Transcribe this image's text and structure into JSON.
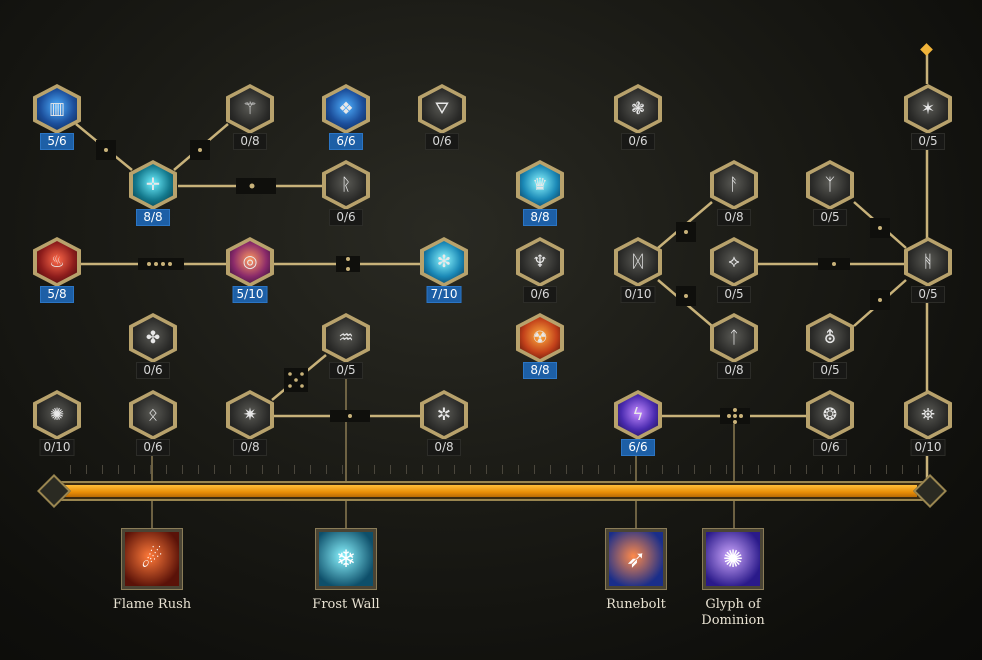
{
  "nodes": [
    {
      "id": "n1",
      "name": "passive-node-arcane-tome",
      "glyph": "▥",
      "theme": "blue",
      "rank": "5/6",
      "active": true
    },
    {
      "id": "n2",
      "name": "passive-node-bone-sigil",
      "glyph": "⚚",
      "theme": "gray",
      "rank": "0/8",
      "active": false
    },
    {
      "id": "n3",
      "name": "passive-node-ice-crystal",
      "glyph": "❖",
      "theme": "blue",
      "rank": "6/6",
      "active": true
    },
    {
      "id": "n4",
      "name": "passive-node-triangle-sigil",
      "glyph": "⛛",
      "theme": "gray",
      "rank": "0/6",
      "active": false
    },
    {
      "id": "n5",
      "name": "passive-node-rune-cluster",
      "glyph": "❃",
      "theme": "gray",
      "rank": "0/6",
      "active": false
    },
    {
      "id": "n6",
      "name": "passive-node-far-rune",
      "glyph": "✶",
      "theme": "gray",
      "rank": "0/5",
      "active": false
    },
    {
      "id": "n7",
      "name": "passive-node-teal-core",
      "glyph": "✛",
      "theme": "teal",
      "rank": "8/8",
      "active": true
    },
    {
      "id": "n8",
      "name": "passive-node-stone-rune",
      "glyph": "ᚱ",
      "theme": "gray",
      "rank": "0/6",
      "active": false
    },
    {
      "id": "n9",
      "name": "passive-node-frost-crown",
      "glyph": "♛",
      "theme": "cyan",
      "rank": "8/8",
      "active": true
    },
    {
      "id": "n10",
      "name": "passive-node-shard-top",
      "glyph": "ᚨ",
      "theme": "gray",
      "rank": "0/8",
      "active": false
    },
    {
      "id": "n11",
      "name": "passive-node-arrow-runes",
      "glyph": "ᛉ",
      "theme": "gray",
      "rank": "0/5",
      "active": false
    },
    {
      "id": "n12",
      "name": "passive-node-flame-figure",
      "glyph": "♨",
      "theme": "red",
      "rank": "5/8",
      "active": true
    },
    {
      "id": "n13",
      "name": "passive-node-fire-ring",
      "glyph": "◎",
      "theme": "fire",
      "rank": "5/10",
      "active": true
    },
    {
      "id": "n14",
      "name": "passive-node-snowflake",
      "glyph": "✻",
      "theme": "cyan",
      "rank": "7/10",
      "active": true
    },
    {
      "id": "n15",
      "name": "passive-node-dragon-emblem",
      "glyph": "♆",
      "theme": "gray",
      "rank": "0/6",
      "active": false
    },
    {
      "id": "n16",
      "name": "passive-node-stone-hand",
      "glyph": "ᛞ",
      "theme": "gray",
      "rank": "0/10",
      "active": false
    },
    {
      "id": "n17",
      "name": "passive-node-diamond-runes",
      "glyph": "⟡",
      "theme": "gray",
      "rank": "0/5",
      "active": false
    },
    {
      "id": "n18",
      "name": "passive-node-rune-grid",
      "glyph": "ᚻ",
      "theme": "gray",
      "rank": "0/5",
      "active": false
    },
    {
      "id": "n19",
      "name": "passive-node-clover",
      "glyph": "✤",
      "theme": "gray",
      "rank": "0/6",
      "active": false
    },
    {
      "id": "n20",
      "name": "passive-node-wind-slash",
      "glyph": "♒",
      "theme": "gray",
      "rank": "0/5",
      "active": false
    },
    {
      "id": "n21",
      "name": "passive-node-fire-skull",
      "glyph": "☢",
      "theme": "orange",
      "rank": "8/8",
      "active": true
    },
    {
      "id": "n22",
      "name": "passive-node-stone-block",
      "glyph": "ᛏ",
      "theme": "gray",
      "rank": "0/8",
      "active": false
    },
    {
      "id": "n23",
      "name": "passive-node-rune-triangle",
      "glyph": "⛢",
      "theme": "gray",
      "rank": "0/5",
      "active": false
    },
    {
      "id": "n24",
      "name": "passive-node-sun-wheel",
      "glyph": "✺",
      "theme": "gray",
      "rank": "0/10",
      "active": false
    },
    {
      "id": "n25",
      "name": "passive-node-rune-pair",
      "glyph": "ᛟ",
      "theme": "gray",
      "rank": "0/6",
      "active": false
    },
    {
      "id": "n26",
      "name": "passive-node-feather-burst",
      "glyph": "✷",
      "theme": "gray",
      "rank": "0/8",
      "active": false
    },
    {
      "id": "n27",
      "name": "passive-node-constellation",
      "glyph": "✲",
      "theme": "gray",
      "rank": "0/8",
      "active": false
    },
    {
      "id": "n28",
      "name": "passive-node-lightning",
      "glyph": "ϟ",
      "theme": "purple",
      "rank": "6/6",
      "active": true
    },
    {
      "id": "n29",
      "name": "passive-node-web-circle",
      "glyph": "❂",
      "theme": "gray",
      "rank": "0/6",
      "active": false
    },
    {
      "id": "n30",
      "name": "passive-node-light-beam",
      "glyph": "⛯",
      "theme": "gray",
      "rank": "0/10",
      "active": false
    }
  ],
  "progress": {
    "fill": 0.99
  },
  "active_skills": [
    {
      "id": "a1",
      "name": "flame-rush",
      "label": "Flame Rush",
      "glyph": "☄",
      "colors": [
        "#ff7a3a",
        "#5a1208"
      ]
    },
    {
      "id": "a2",
      "name": "frost-wall",
      "label": "Frost Wall",
      "glyph": "❄",
      "colors": [
        "#8af4ff",
        "#0e4f6a"
      ]
    },
    {
      "id": "a3",
      "name": "runebolt",
      "label": "Runebolt",
      "glyph": "➶",
      "colors": [
        "#ff8a4a",
        "#1a2e8a"
      ]
    },
    {
      "id": "a4",
      "name": "glyph-of-dominion",
      "label": "Glyph of Dominion",
      "glyph": "✺",
      "colors": [
        "#cfa8ff",
        "#2a1a8a"
      ]
    }
  ],
  "colors": {
    "accent": "#f0a020",
    "frame": "#b8a26c",
    "active_rank": "#1d5fa6"
  }
}
